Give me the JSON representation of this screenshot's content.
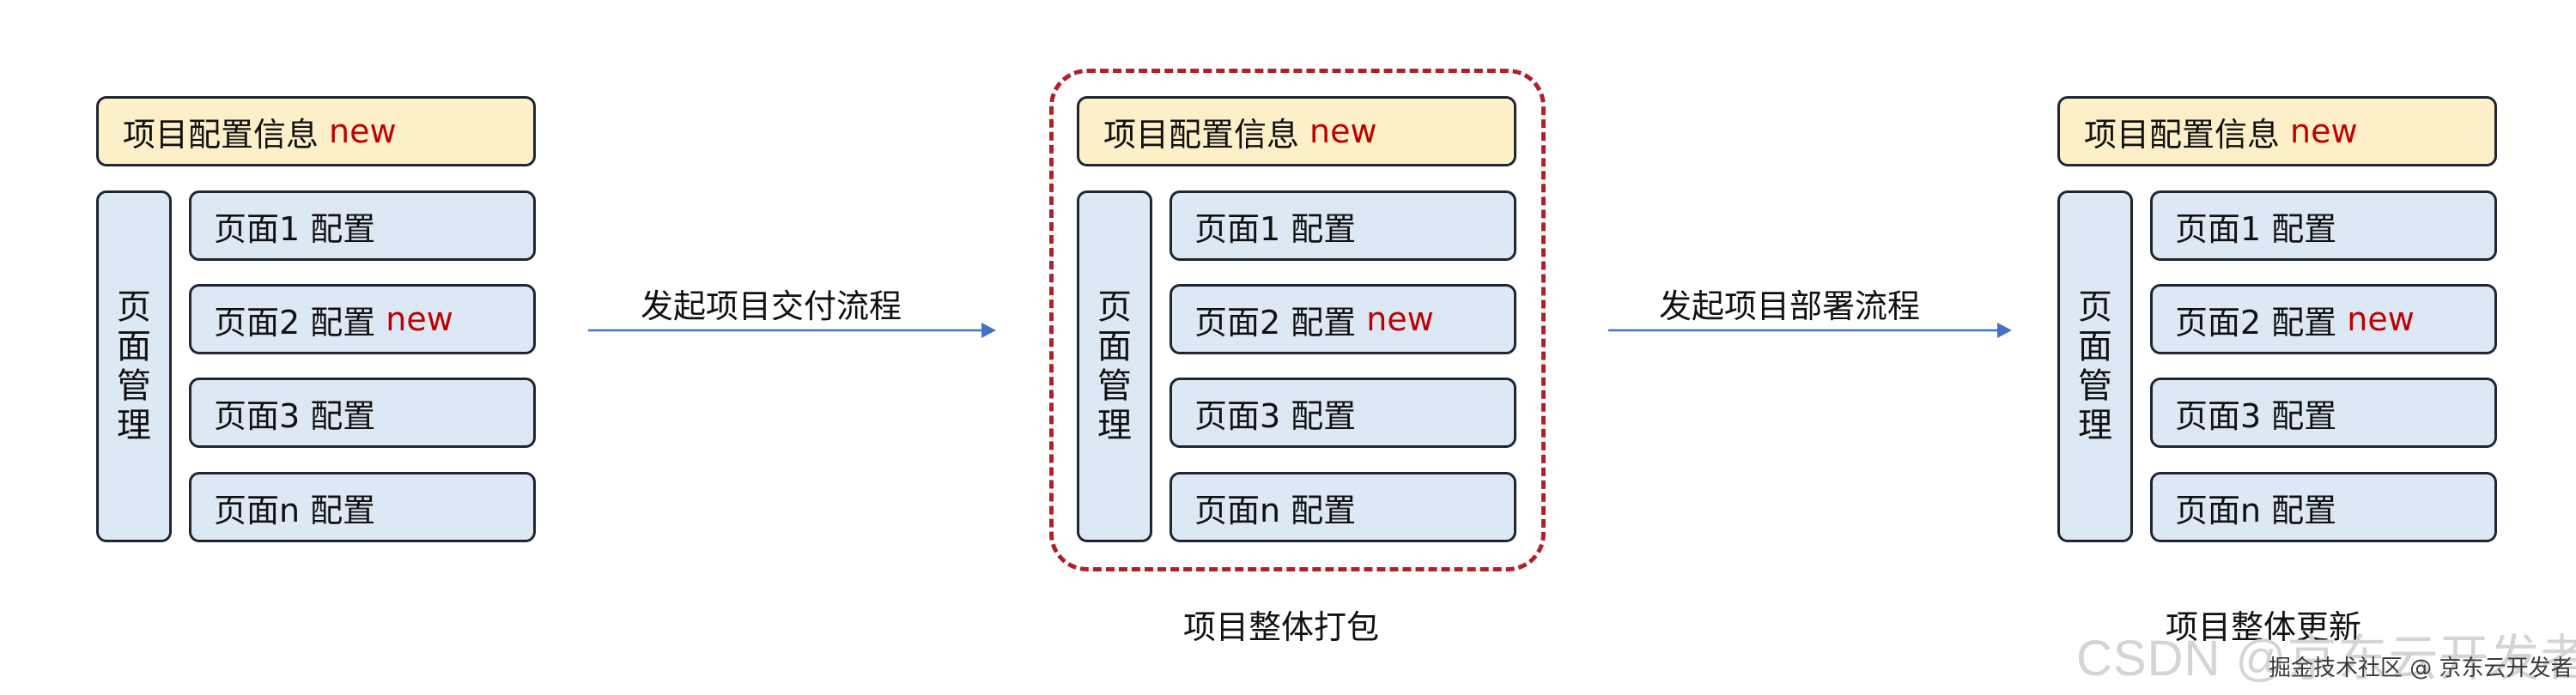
{
  "groups": [
    {
      "project_label": "项目配置信息",
      "project_badge": "new",
      "sidebar": [
        "页",
        "面",
        "管",
        "理"
      ],
      "pages": [
        {
          "label": "页面1 配置",
          "badge": ""
        },
        {
          "label": "页面2 配置",
          "badge": "new"
        },
        {
          "label": "页面3 配置",
          "badge": ""
        },
        {
          "label": "页面n 配置",
          "badge": ""
        }
      ],
      "caption": ""
    },
    {
      "project_label": "项目配置信息",
      "project_badge": "new",
      "sidebar": [
        "页",
        "面",
        "管",
        "理"
      ],
      "pages": [
        {
          "label": "页面1 配置",
          "badge": ""
        },
        {
          "label": "页面2 配置",
          "badge": "new"
        },
        {
          "label": "页面3 配置",
          "badge": ""
        },
        {
          "label": "页面n 配置",
          "badge": ""
        }
      ],
      "caption": "项目整体打包"
    },
    {
      "project_label": "项目配置信息",
      "project_badge": "new",
      "sidebar": [
        "页",
        "面",
        "管",
        "理"
      ],
      "pages": [
        {
          "label": "页面1 配置",
          "badge": ""
        },
        {
          "label": "页面2 配置",
          "badge": "new"
        },
        {
          "label": "页面3 配置",
          "badge": ""
        },
        {
          "label": "页面n 配置",
          "badge": ""
        }
      ],
      "caption": "项目整体更新"
    }
  ],
  "arrows": [
    {
      "label": "发起项目交付流程"
    },
    {
      "label": "发起项目部署流程"
    }
  ],
  "watermark": {
    "main": "CSDN @京东云开发者",
    "sub": "掘金技术社区 @ 京东云开发者"
  },
  "colors": {
    "project_fill": "#fdefc7",
    "page_fill": "#dde8f5",
    "border": "#1f2533",
    "new_text": "#c00000",
    "dashed_border": "#b02028",
    "arrow": "#4472c4"
  }
}
